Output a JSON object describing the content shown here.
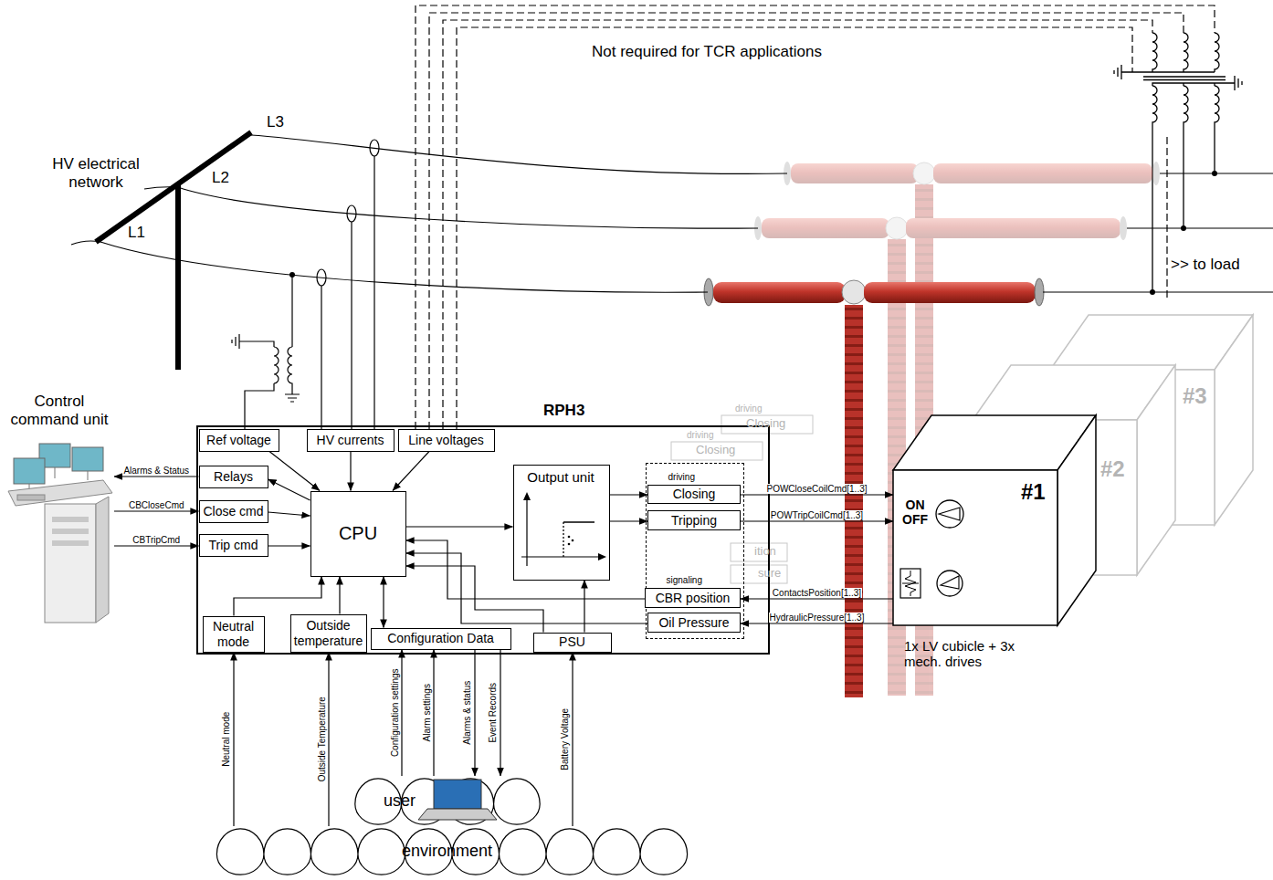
{
  "diagram": {
    "nodes": [
      {
        "text": [
          "RPH3"
        ]
      },
      {
        "text": [
          "Ref voltage"
        ],
        "in": 0
      },
      {
        "text": [
          "HV currents"
        ],
        "in": 0
      },
      {
        "text": [
          "Line voltages"
        ],
        "in": 0
      },
      {
        "text": [
          "Relays"
        ],
        "in": 0
      },
      {
        "text": [
          "Close cmd"
        ],
        "in": 0
      },
      {
        "text": [
          "Trip cmd"
        ],
        "in": 0
      },
      {
        "text": [
          "CPU"
        ],
        "in": 0
      },
      {
        "text": [
          "Output unit"
        ],
        "in": 0
      },
      {
        "text": [
          "driving",
          "signaling"
        ],
        "in": 0
      },
      {
        "text": [
          "Closing"
        ],
        "in": 9
      },
      {
        "text": [
          "Tripping"
        ],
        "in": 9
      },
      {
        "text": [
          "CBR position"
        ],
        "in": 9
      },
      {
        "text": [
          "Oil Pressure"
        ],
        "in": 9
      },
      {
        "text": [
          "Neutral mode"
        ],
        "in": 0
      },
      {
        "text": [
          "Outside temperature"
        ],
        "in": 0
      },
      {
        "text": [
          "Configuration Data"
        ],
        "in": 0
      },
      {
        "text": [
          "PSU"
        ],
        "in": 0
      },
      {
        "text": [
          "Control command unit"
        ]
      },
      {
        "text": [
          "ON OFF",
          "#1",
          "1x LV cubicle + 3x mech. drives"
        ]
      },
      {
        "text": [
          "#2"
        ]
      },
      {
        "text": [
          "#3"
        ]
      },
      {
        "text": [
          "user"
        ]
      },
      {
        "text": [
          "environment"
        ]
      }
    ],
    "edges": [
      {
        "from": 4,
        "to": 18,
        "arrow": "to",
        "label": "Alarms & Status"
      },
      {
        "from": 18,
        "to": 5,
        "arrow": "to",
        "label": "CBCloseCmd"
      },
      {
        "from": 18,
        "to": 6,
        "arrow": "to",
        "label": "CBTripCmd"
      },
      {
        "from": 1,
        "to": 7,
        "arrow": "to"
      },
      {
        "from": 2,
        "to": 7,
        "arrow": "to"
      },
      {
        "from": 3,
        "to": 7,
        "arrow": "to"
      },
      {
        "from": 7,
        "to": 4,
        "arrow": "to"
      },
      {
        "from": 5,
        "to": 7,
        "arrow": "to"
      },
      {
        "from": 6,
        "to": 7,
        "arrow": "to"
      },
      {
        "from": 14,
        "to": 7,
        "arrow": "to"
      },
      {
        "from": 15,
        "to": 7,
        "arrow": "to"
      },
      {
        "from": 7,
        "to": 16,
        "arrow": "both"
      },
      {
        "from": 7,
        "to": 8,
        "arrow": "to"
      },
      {
        "from": 8,
        "to": 10,
        "arrow": "to"
      },
      {
        "from": 8,
        "to": 11,
        "arrow": "to"
      },
      {
        "from": 12,
        "to": 7,
        "arrow": "to"
      },
      {
        "from": 13,
        "to": 7,
        "arrow": "to"
      },
      {
        "from": 17,
        "to": 7,
        "arrow": "to"
      },
      {
        "from": 17,
        "to": 8,
        "arrow": "to"
      },
      {
        "from": 10,
        "to": 19,
        "arrow": "to",
        "label": "POWCloseCoilCmd[1..3]"
      },
      {
        "from": 11,
        "to": 19,
        "arrow": "to",
        "label": "POWTripCoilCmd[1..3]"
      },
      {
        "from": 19,
        "to": 12,
        "arrow": "to",
        "label": "ContactsPosition[1..3]"
      },
      {
        "from": 19,
        "to": 13,
        "arrow": "to",
        "label": "HydraulicPressure[1..3]"
      },
      {
        "from": 23,
        "to": 14,
        "arrow": "to",
        "label": "Neutral mode"
      },
      {
        "from": 23,
        "to": 15,
        "arrow": "to",
        "label": "Outside Temperature"
      },
      {
        "from": 22,
        "to": 16,
        "arrow": "to",
        "label": "Configuration settings"
      },
      {
        "from": 22,
        "to": 16,
        "arrow": "to",
        "label": "Alarm settings"
      },
      {
        "from": 16,
        "to": 22,
        "arrow": "to",
        "label": "Alarms & status"
      },
      {
        "from": 16,
        "to": 22,
        "arrow": "to",
        "label": "Event Records"
      },
      {
        "from": 23,
        "to": 17,
        "arrow": "to",
        "label": "Battery Voltage"
      }
    ],
    "labels": [
      "HV electrical network",
      "L1",
      "L2",
      "L3",
      "Not required for TCR applications",
      ">> to load",
      "driving",
      "Closing",
      "driving",
      "Closing",
      "ition",
      "sure"
    ]
  }
}
